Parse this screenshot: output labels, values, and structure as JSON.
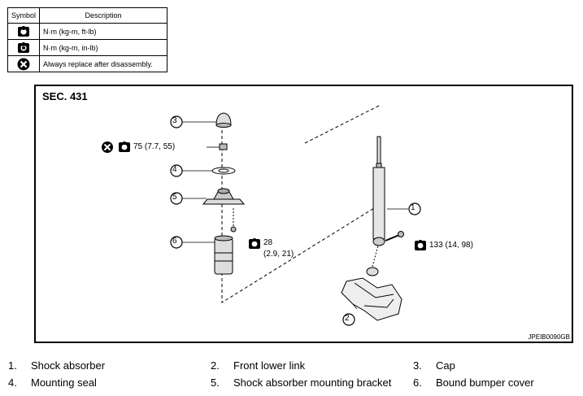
{
  "legend": {
    "header": {
      "symbol": "Symbol",
      "description": "Description"
    },
    "rows": [
      {
        "icon": "torque-wrench-icon",
        "description": "N·m (kg-m, ft-lb)"
      },
      {
        "icon": "torque-wrench-inlb-icon",
        "description": "N·m (kg-m, in-lb)"
      },
      {
        "icon": "replace-x-icon",
        "description": "Always replace after disassembly."
      }
    ]
  },
  "diagram": {
    "section": "SEC. 431",
    "image_code": "JPEIB0090GB",
    "callouts": [
      "3",
      "4",
      "5",
      "6",
      "1",
      "2"
    ],
    "torques": {
      "nut_cap": "75 (7.7, 55)",
      "bracket_line1": "28",
      "bracket_line2": "(2.9, 21)",
      "lower_bolt": "133 (14, 98)"
    }
  },
  "parts": [
    {
      "num": "1.",
      "name": "Shock absorber"
    },
    {
      "num": "2.",
      "name": "Front lower link"
    },
    {
      "num": "3.",
      "name": "Cap"
    },
    {
      "num": "4.",
      "name": "Mounting seal"
    },
    {
      "num": "5.",
      "name": "Shock absorber mounting bracket"
    },
    {
      "num": "6.",
      "name": "Bound bumper cover"
    }
  ]
}
